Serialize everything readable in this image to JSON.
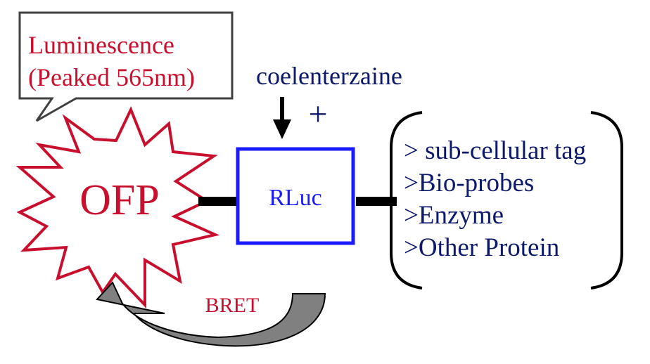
{
  "callout": {
    "line1": "Luminescence",
    "line2": "(Peaked 565nm)"
  },
  "ofp_label": "OFP",
  "rluc_label": "RLuc",
  "substrate": {
    "label": "coelenterzaine",
    "plus": "+"
  },
  "bret_label": "BRET",
  "fusion_list": [
    "> sub-cellular tag",
    ">Bio-probes",
    ">Enzyme",
    ">Other Protein"
  ],
  "colors": {
    "crimson": "#c8102e",
    "navy": "#0d1a6b",
    "blue": "#1a1aff",
    "arrow_gray": "#808080",
    "callout_border": "#404040"
  }
}
